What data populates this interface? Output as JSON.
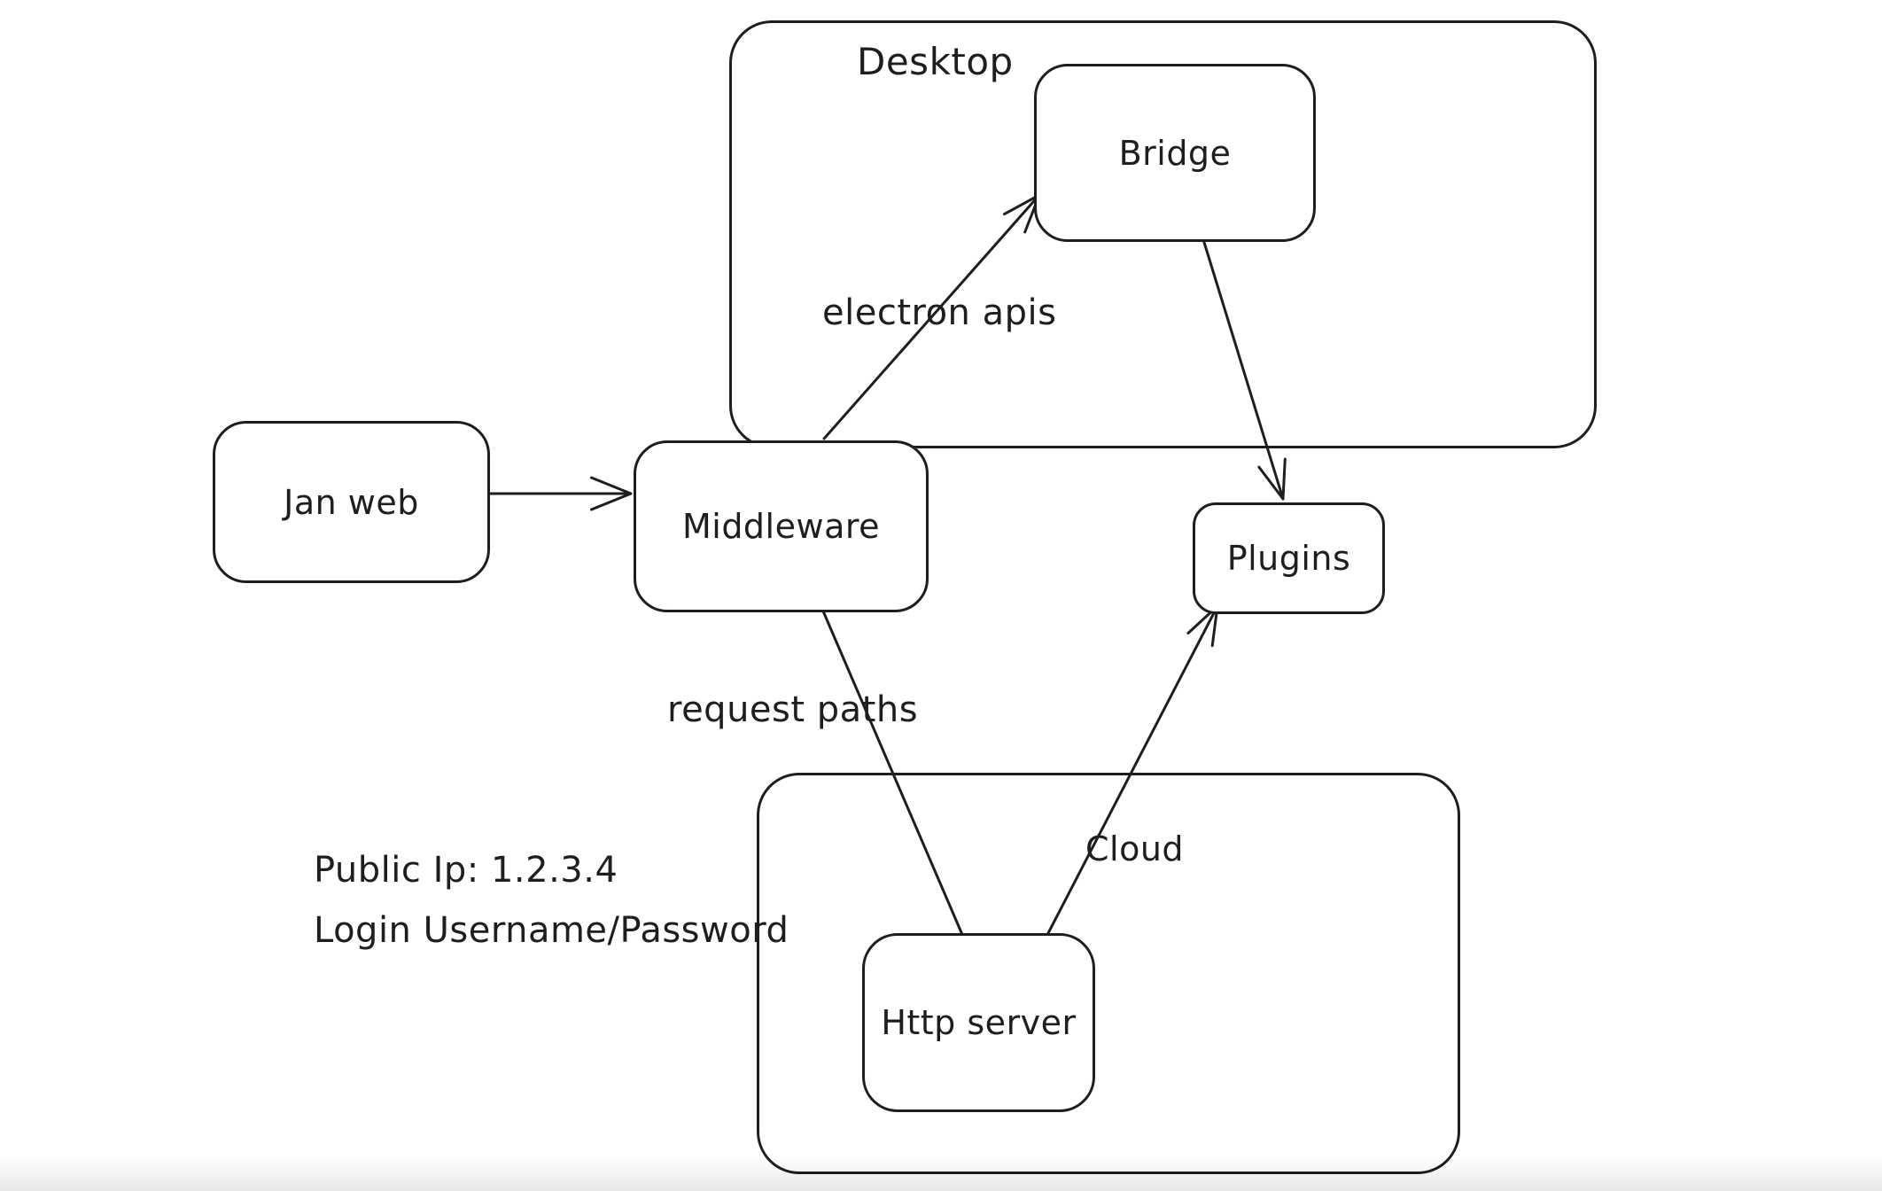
{
  "canvas": {
    "background": "#ffffff",
    "stroke_color": "#1e1e1e"
  },
  "containers": [
    {
      "id": "desktop",
      "label": "Desktop"
    },
    {
      "id": "cloud",
      "label": "Cloud"
    }
  ],
  "nodes": [
    {
      "id": "jan-web",
      "label": "Jan web"
    },
    {
      "id": "middleware",
      "label": "Middleware"
    },
    {
      "id": "bridge",
      "label": "Bridge"
    },
    {
      "id": "plugins",
      "label": "Plugins"
    },
    {
      "id": "http-server",
      "label": "Http server"
    }
  ],
  "edges": [
    {
      "id": "jan-web-to-middleware",
      "from": "Jan web",
      "to": "Middleware",
      "label": "",
      "arrowhead": "at-middleware"
    },
    {
      "id": "middleware-to-bridge",
      "from": "Middleware",
      "to": "Bridge",
      "label": "electron apis",
      "arrowhead": "at-bridge"
    },
    {
      "id": "bridge-to-plugins",
      "from": "Bridge",
      "to": "Plugins",
      "label": "",
      "arrowhead": "at-plugins-top"
    },
    {
      "id": "middleware-to-http-server",
      "from": "Middleware",
      "to": "Http server",
      "label": "request paths",
      "arrowhead": "none"
    },
    {
      "id": "http-server-to-plugins",
      "from": "Http server",
      "to": "Plugins",
      "label": "",
      "arrowhead": "at-plugins-bottom"
    }
  ],
  "annotations": {
    "public_ip": "Public Ip: 1.2.3.4",
    "login": "Login Username/Password"
  }
}
